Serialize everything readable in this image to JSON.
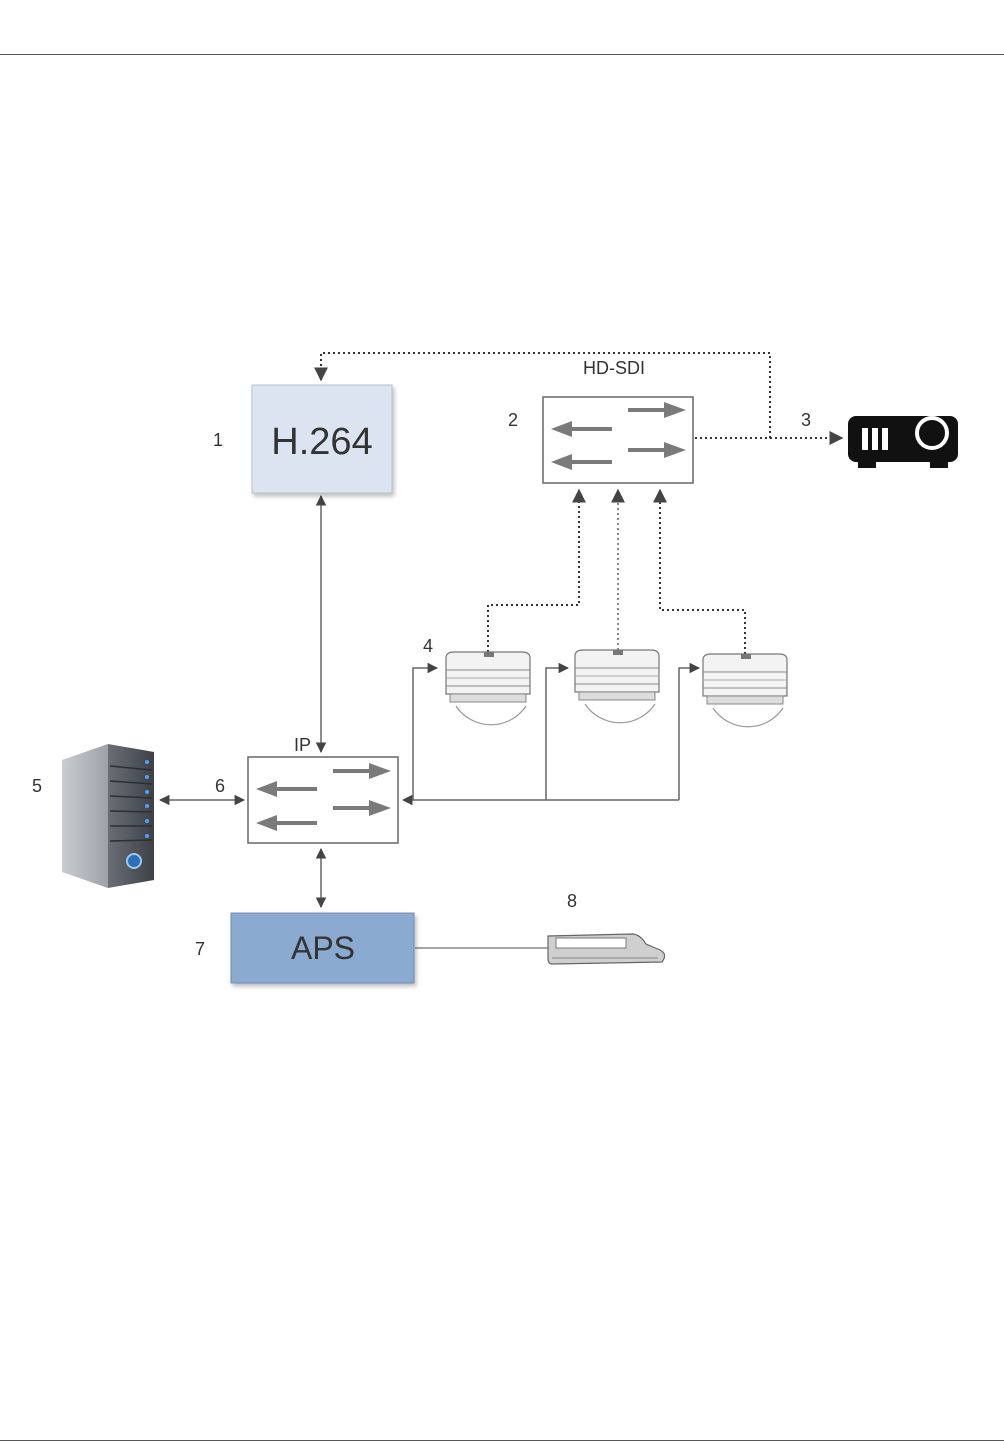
{
  "diagram": {
    "callouts": {
      "n1": "1",
      "n2": "2",
      "n3": "3",
      "n4": "4",
      "n5": "5",
      "n6": "6",
      "n7": "7",
      "n8": "8"
    },
    "blocks": {
      "encoder": "H.264",
      "aps": "APS"
    },
    "link_labels": {
      "hdsdi": "HD-SDI",
      "ip": "IP"
    },
    "colors": {
      "encoder_fill": "#dbe4f0",
      "aps_fill": "#8aaad0",
      "switch_arrow": "#7a7a7a",
      "line": "#555555"
    },
    "icons": [
      "projector-icon",
      "server-icon",
      "dome-camera-icon",
      "keypad-icon",
      "switch-icon"
    ]
  }
}
